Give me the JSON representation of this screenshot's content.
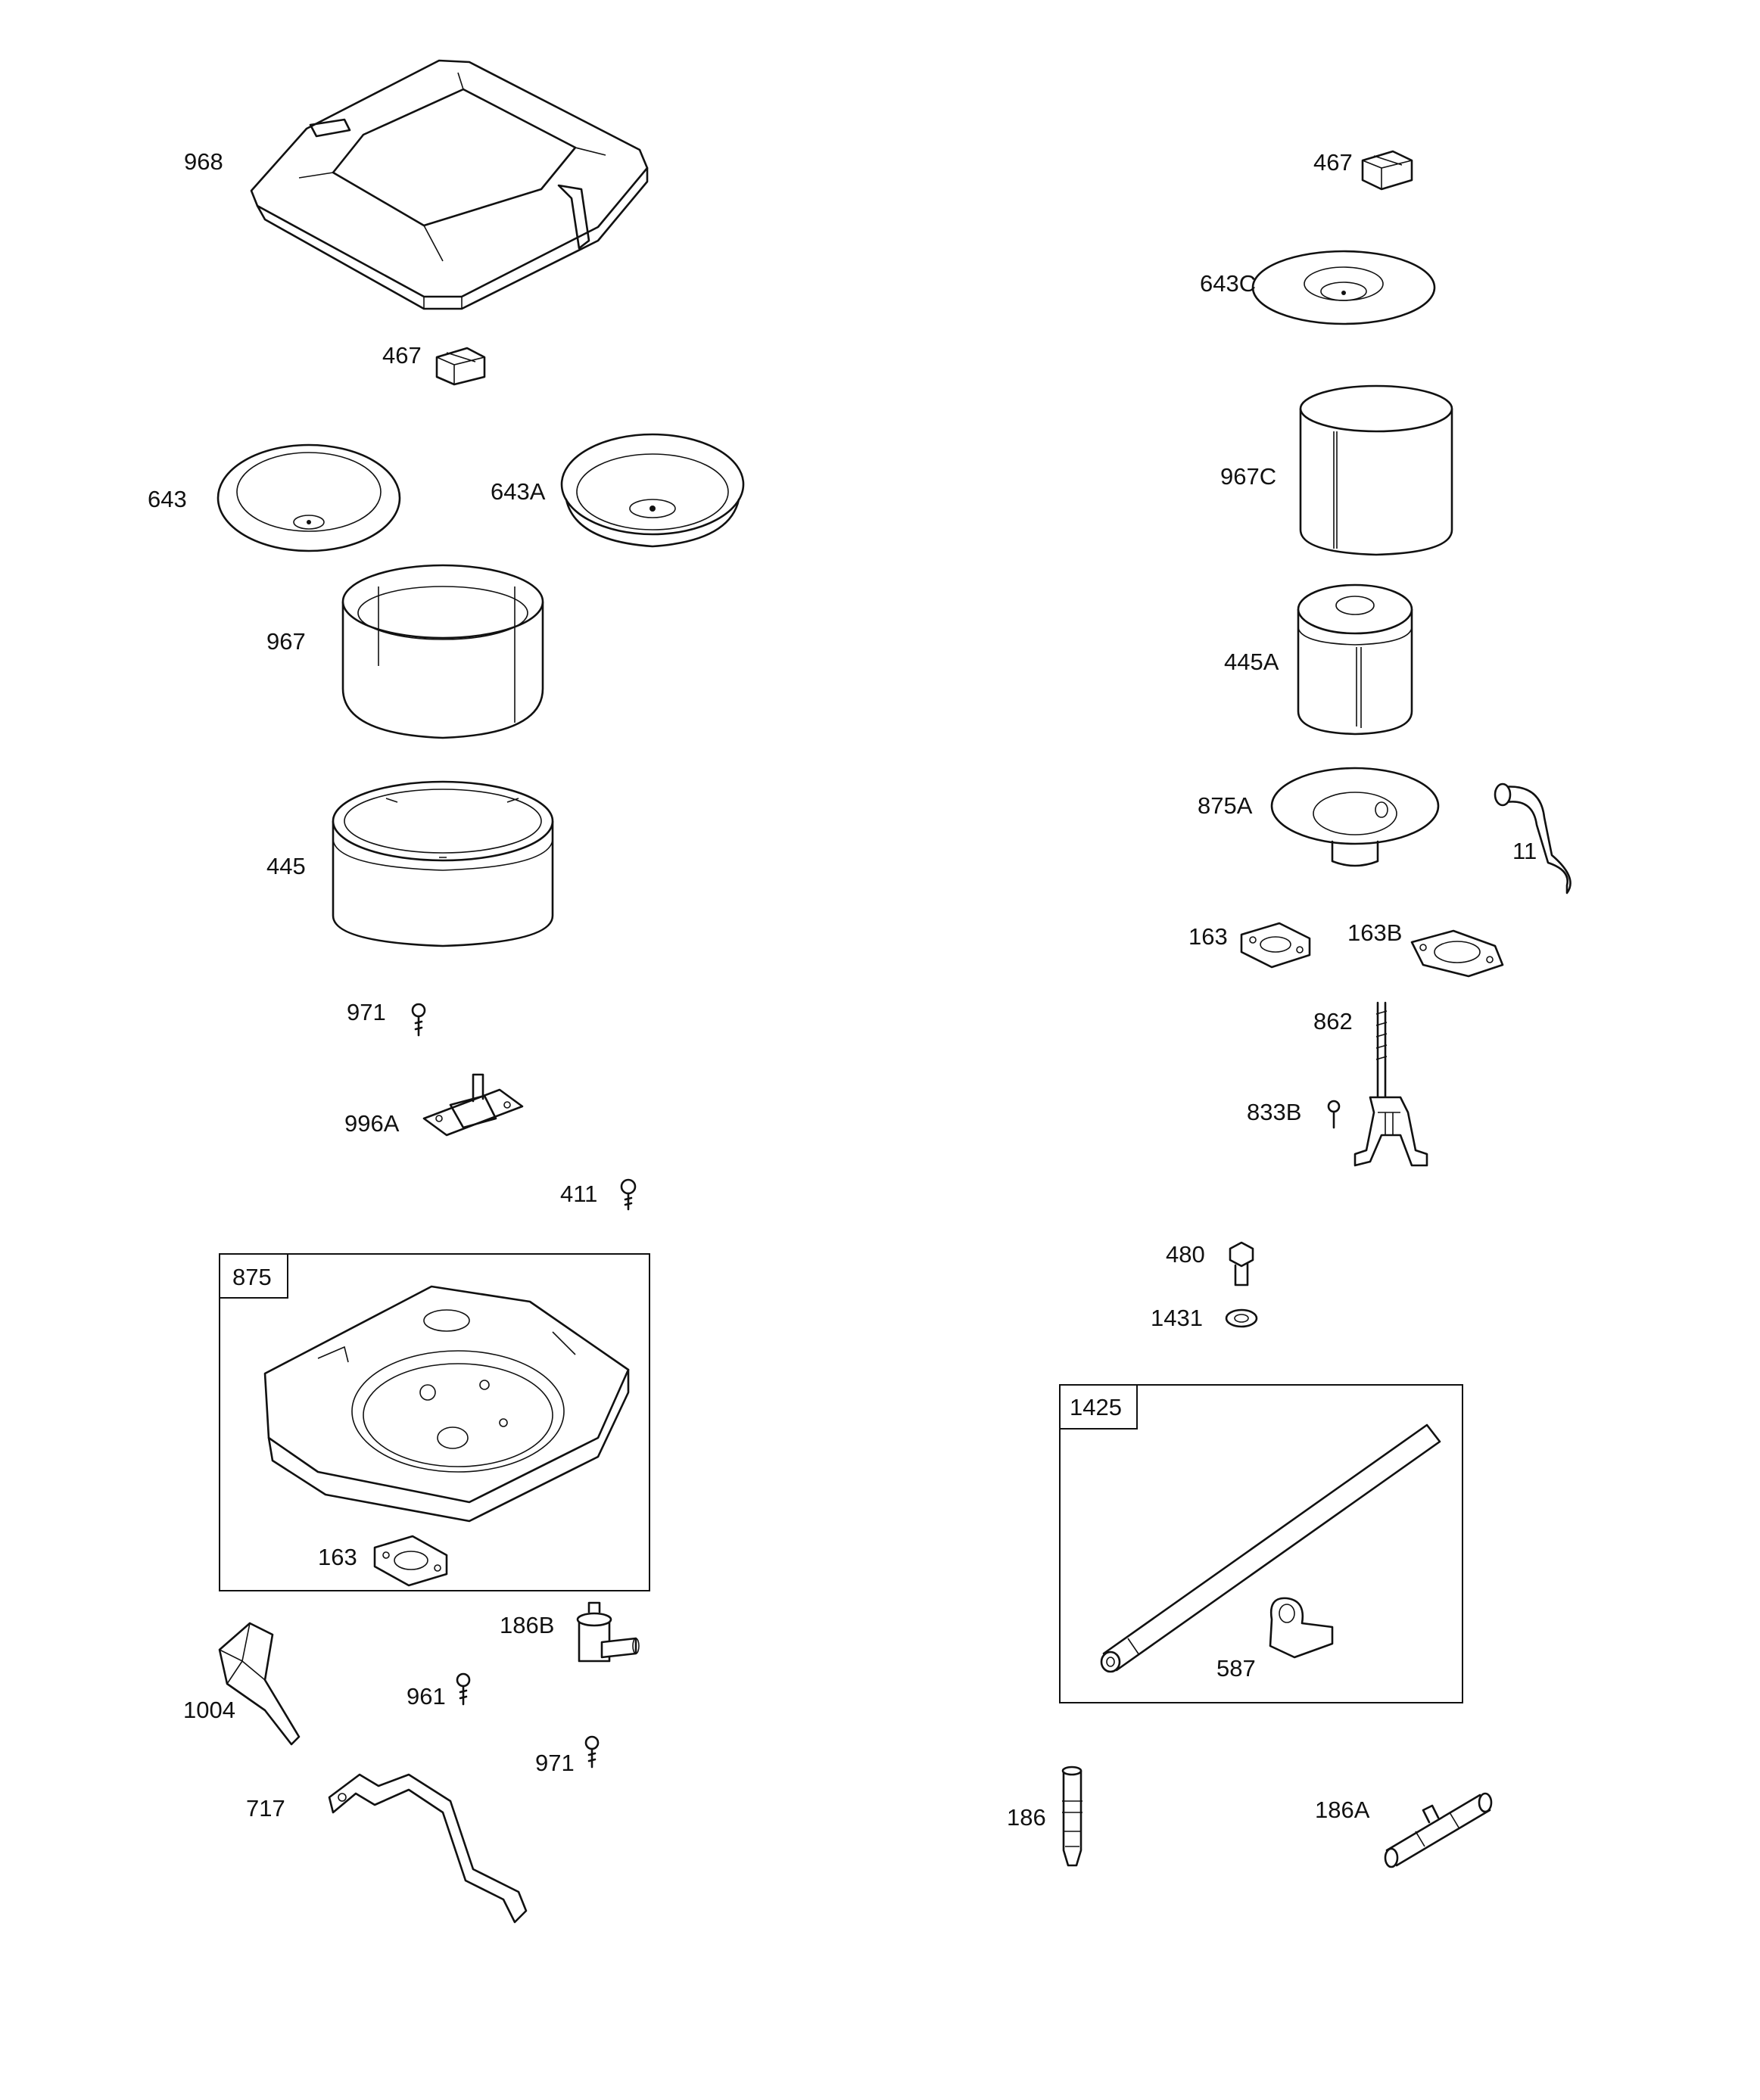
{
  "diagram": {
    "type": "exploded-parts-view",
    "labels": {
      "p968": "968",
      "p467a": "467",
      "p643": "643",
      "p643a": "643A",
      "p967": "967",
      "p445": "445",
      "p971a": "971",
      "p996a": "996A",
      "p411": "411",
      "p875": "875",
      "p163a": "163",
      "p186b": "186B",
      "p961": "961",
      "p971b": "971",
      "p1004": "1004",
      "p717": "717",
      "p467b": "467",
      "p643c": "643C",
      "p967c": "967C",
      "p445a": "445A",
      "p875a": "875A",
      "p11": "11",
      "p163b": "163",
      "p163bb": "163B",
      "p862": "862",
      "p833b": "833B",
      "p480": "480",
      "p1431": "1431",
      "p1425": "1425",
      "p587": "587",
      "p186": "186",
      "p186a": "186A"
    }
  }
}
